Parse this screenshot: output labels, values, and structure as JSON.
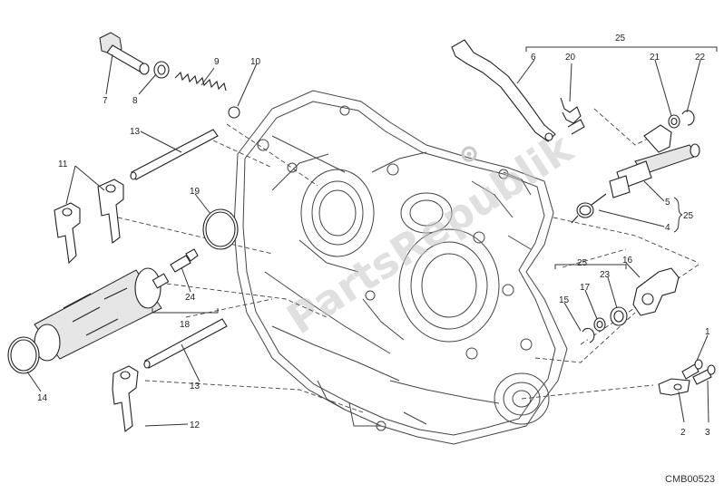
{
  "diagram": {
    "code": "CMB00523",
    "watermark": "PartsRepublik",
    "callouts": [
      {
        "id": "c1",
        "text": "1"
      },
      {
        "id": "c2",
        "text": "2"
      },
      {
        "id": "c3",
        "text": "3"
      },
      {
        "id": "c4",
        "text": "4"
      },
      {
        "id": "c5",
        "text": "5"
      },
      {
        "id": "c6",
        "text": "6"
      },
      {
        "id": "c7",
        "text": "7"
      },
      {
        "id": "c8",
        "text": "8"
      },
      {
        "id": "c9",
        "text": "9"
      },
      {
        "id": "c10",
        "text": "10"
      },
      {
        "id": "c11",
        "text": "11"
      },
      {
        "id": "c12",
        "text": "12"
      },
      {
        "id": "c13a",
        "text": "13"
      },
      {
        "id": "c13b",
        "text": "13"
      },
      {
        "id": "c14",
        "text": "14"
      },
      {
        "id": "c15",
        "text": "15"
      },
      {
        "id": "c16",
        "text": "16"
      },
      {
        "id": "c17",
        "text": "17"
      },
      {
        "id": "c18",
        "text": "18"
      },
      {
        "id": "c19",
        "text": "19"
      },
      {
        "id": "c20",
        "text": "20"
      },
      {
        "id": "c21",
        "text": "21"
      },
      {
        "id": "c22",
        "text": "22"
      },
      {
        "id": "c23",
        "text": "23"
      },
      {
        "id": "c24",
        "text": "24"
      },
      {
        "id": "c25a",
        "text": "25"
      },
      {
        "id": "c25b",
        "text": "25"
      },
      {
        "id": "c25c",
        "text": "25"
      }
    ]
  }
}
